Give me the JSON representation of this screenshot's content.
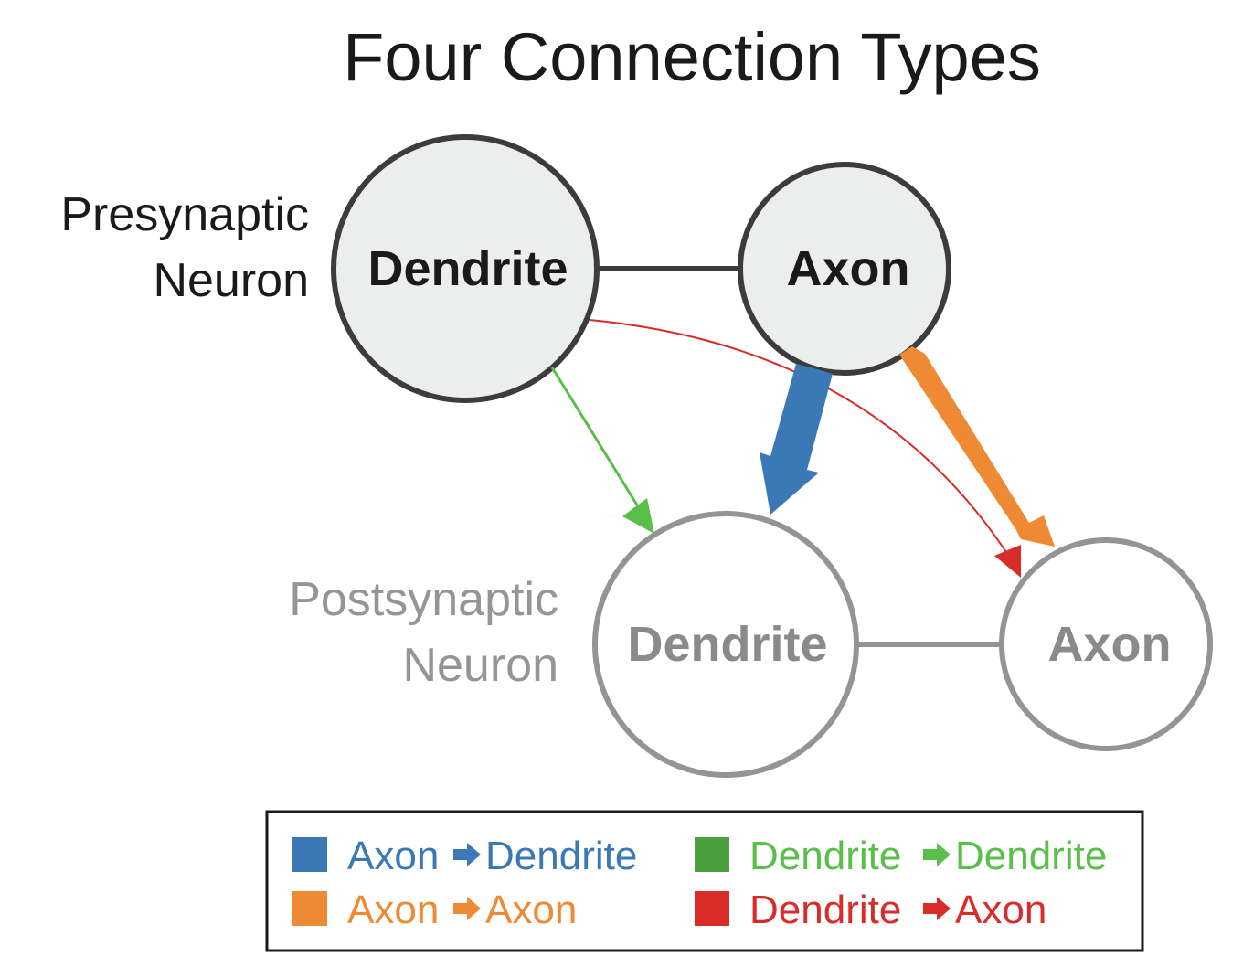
{
  "title": "Four Connection Types",
  "presynaptic": {
    "label_line1": "Presynaptic",
    "label_line2": "Neuron",
    "dendrite_label": "Dendrite",
    "axon_label": "Axon"
  },
  "postsynaptic": {
    "label_line1": "Postsynaptic",
    "label_line2": "Neuron",
    "dendrite_label": "Dendrite",
    "axon_label": "Axon"
  },
  "connections": [
    {
      "id": "axon-dendrite",
      "from": "Axon",
      "to": "Dendrite",
      "color": "#3a78b6"
    },
    {
      "id": "axon-axon",
      "from": "Axon",
      "to": "Axon",
      "color": "#ef8a34"
    },
    {
      "id": "dendrite-dendrite",
      "from": "Dendrite",
      "to": "Dendrite",
      "color": "#58bf48"
    },
    {
      "id": "dendrite-axon",
      "from": "Dendrite",
      "to": "Axon",
      "color": "#d92b27"
    }
  ],
  "legend": {
    "axon_dendrite": {
      "from": "Axon",
      "to": "Dendrite",
      "color": "#3a78b6"
    },
    "dendrite_dendrite": {
      "from": "Dendrite",
      "to": "Dendrite",
      "color": "#58bf48"
    },
    "axon_axon": {
      "from": "Axon",
      "to": "Axon",
      "color": "#ef8a34"
    },
    "dendrite_axon": {
      "from": "Dendrite",
      "to": "Axon",
      "color": "#d92b27"
    }
  }
}
